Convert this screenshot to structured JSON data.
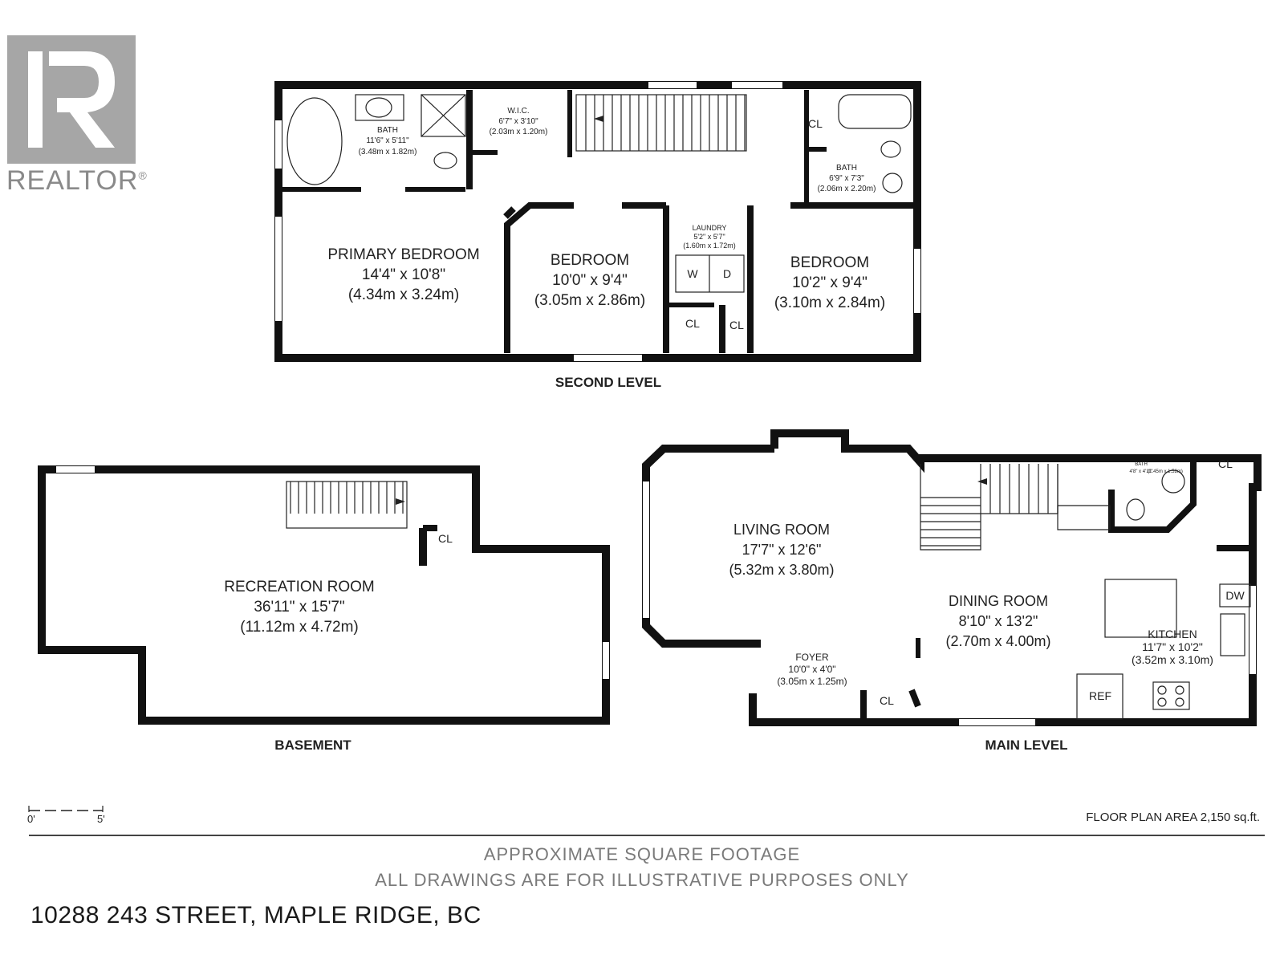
{
  "logo": {
    "text": "REALTOR",
    "mark": "®",
    "icon": "realtor-r-icon",
    "color": "#a6a6a6"
  },
  "levels": {
    "second": {
      "name": "SECOND LEVEL",
      "rooms": [
        {
          "name": "PRIMARY BEDROOM",
          "dim_imperial": "14'4\" x 10'8\"",
          "dim_metric": "(4.34m x 3.24m)"
        },
        {
          "name": "BEDROOM",
          "dim_imperial": "10'0\" x 9'4\"",
          "dim_metric": "(3.05m x 2.86m)"
        },
        {
          "name": "BEDROOM",
          "dim_imperial": "10'2\" x 9'4\"",
          "dim_metric": "(3.10m x 2.84m)"
        },
        {
          "name": "BATH",
          "dim_imperial": "11'6\" x 5'11\"",
          "dim_metric": "(3.48m x 1.82m)"
        },
        {
          "name": "W.I.C.",
          "dim_imperial": "6'7\" x 3'10\"",
          "dim_metric": "(2.03m x 1.20m)"
        },
        {
          "name": "BATH",
          "dim_imperial": "6'9\" x 7'3\"",
          "dim_metric": "(2.06m x 2.20m)"
        },
        {
          "name": "LAUNDRY",
          "dim_imperial": "5'2\" x 5'7\"",
          "dim_metric": "(1.60m x 1.72m)"
        }
      ],
      "closets": [
        "CL",
        "CL",
        "CL"
      ],
      "appliances": [
        "W",
        "D"
      ]
    },
    "basement": {
      "name": "BASEMENT",
      "rooms": [
        {
          "name": "RECREATION ROOM",
          "dim_imperial": "36'11\" x 15'7\"",
          "dim_metric": "(11.12m x 4.72m)"
        }
      ],
      "closets": [
        "CL"
      ]
    },
    "main": {
      "name": "MAIN LEVEL",
      "rooms": [
        {
          "name": "LIVING ROOM",
          "dim_imperial": "17'7\" x 12'6\"",
          "dim_metric": "(5.32m x 3.80m)"
        },
        {
          "name": "DINING ROOM",
          "dim_imperial": "8'10\" x 13'2\"",
          "dim_metric": "(2.70m x 4.00m)"
        },
        {
          "name": "KITCHEN",
          "dim_imperial": "11'7\" x 10'2\"",
          "dim_metric": "(3.52m x 3.10m)"
        },
        {
          "name": "FOYER",
          "dim_imperial": "10'0\" x 4'0\"",
          "dim_metric": "(3.05m x 1.25m)"
        },
        {
          "name": "BATH",
          "dim_imperial": "4'8\" x 4'11\"",
          "dim_metric": "(1.45m x 1.52m)"
        }
      ],
      "closets": [
        "CL",
        "CL"
      ],
      "appliances": [
        "DW",
        "REF"
      ]
    }
  },
  "scale": {
    "start": "0'",
    "end": "5'"
  },
  "floor_plan_area": "FLOOR PLAN AREA 2,150 sq.ft.",
  "disclaimer": {
    "line1": "APPROXIMATE SQUARE FOOTAGE",
    "line2": "ALL DRAWINGS ARE FOR ILLUSTRATIVE PURPOSES ONLY"
  },
  "address": "10288 243 STREET, MAPLE RIDGE, BC"
}
